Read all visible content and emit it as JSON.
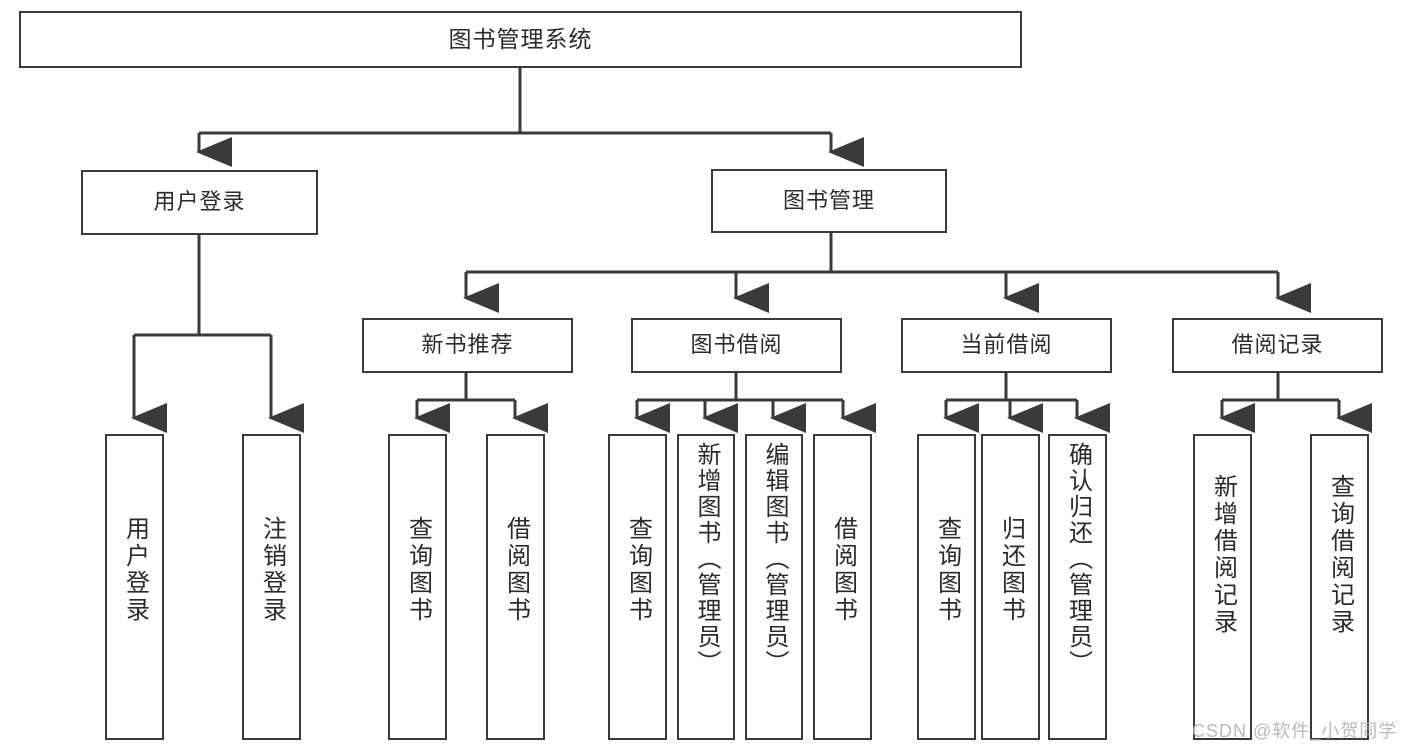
{
  "diagram": {
    "title": "图书管理系统",
    "style": {
      "stroke": "#3a3a3a",
      "box_fill": "#ffffff",
      "text_color": "#2b2b2b",
      "background": "#ffffff",
      "watermark_color": "#b9b9b9"
    },
    "watermark": "CSDN @软件_小贺同学",
    "levels": {
      "root": "图书管理系统",
      "level2": [
        "用户登录",
        "图书管理"
      ],
      "level3": [
        "新书推荐",
        "图书借阅",
        "当前借阅",
        "借阅记录"
      ]
    },
    "nodes": {
      "root": {
        "label": "图书管理系统"
      },
      "user_login": {
        "label": "用户登录"
      },
      "book_manage": {
        "label": "图书管理"
      },
      "new_book_rec": {
        "label": "新书推荐"
      },
      "book_borrow": {
        "label": "图书借阅"
      },
      "current_borrow": {
        "label": "当前借阅"
      },
      "borrow_record": {
        "label": "借阅记录"
      },
      "leaf_user_login": {
        "label": "用户登录"
      },
      "leaf_logout": {
        "label": "注销登录"
      },
      "leaf_query_book_1": {
        "label": "查询图书"
      },
      "leaf_borrow_book_1": {
        "label": "借阅图书"
      },
      "leaf_query_book_2": {
        "label": "查询图书"
      },
      "leaf_add_book": {
        "label": "新增图书（管理员）"
      },
      "leaf_edit_book": {
        "label": "编辑图书（管理员）"
      },
      "leaf_borrow_book_2": {
        "label": "借阅图书"
      },
      "leaf_query_book_3": {
        "label": "查询图书"
      },
      "leaf_return_book": {
        "label": "归还图书"
      },
      "leaf_confirm_return": {
        "label": "确认归还（管理员）"
      },
      "leaf_add_record": {
        "label": "新增借阅记录"
      },
      "leaf_query_record": {
        "label": "查询借阅记录"
      }
    }
  }
}
